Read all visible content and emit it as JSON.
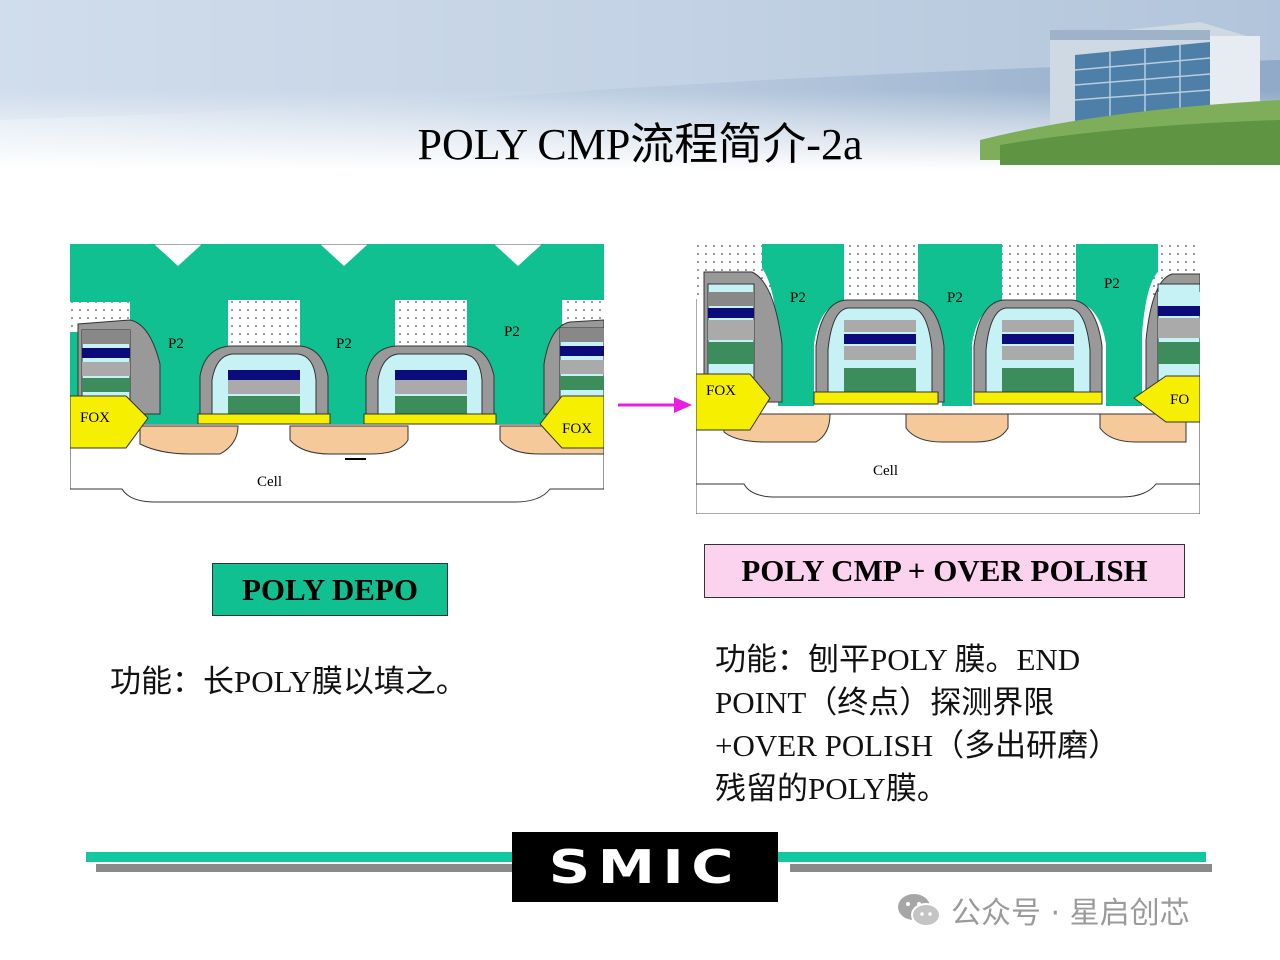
{
  "slide": {
    "title": "POLY CMP流程简介-2a"
  },
  "diagram_left": {
    "labels": {
      "p2_1": "P2",
      "p2_2": "P2",
      "p2_3": "P2",
      "fox_1": "FOX",
      "fox_2": "FOX",
      "cell": "Cell"
    }
  },
  "diagram_right": {
    "labels": {
      "p2_1": "P2",
      "p2_2": "P2",
      "p2_3": "P2",
      "fox_1": "FOX",
      "fox_2": "FO",
      "cell": "Cell"
    }
  },
  "steps": {
    "left_label": "POLY DEPO",
    "right_label": "POLY CMP + OVER POLISH"
  },
  "descriptions": {
    "left": "功能：长POLY膜以填之。",
    "right_lines": [
      "功能：刨平POLY 膜。END",
      "POINT（终点）探测界限",
      "+OVER POLISH（多出研磨）",
      "残留的POLY膜。"
    ]
  },
  "footer": {
    "logo_text": "SMIC",
    "watermark": "公众号 · 星启创芯"
  },
  "colors": {
    "poly_green": "#11c090",
    "label_pink": "#fbd3ef",
    "arrow_magenta": "#e81ee0",
    "fox_yellow": "#f6f000",
    "substrate_tan": "#f6c99a",
    "footer_teal": "#11c8a0"
  }
}
